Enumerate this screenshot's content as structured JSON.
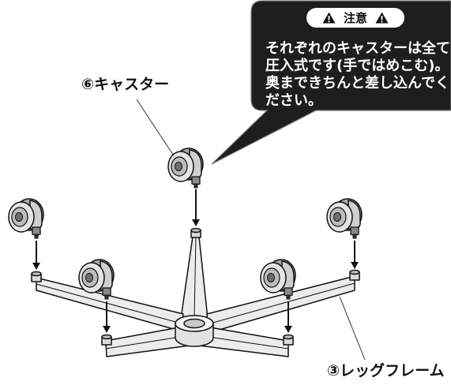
{
  "callout": {
    "badge_label": "注意",
    "badge_icons": [
      "warning-icon",
      "warning-icon"
    ],
    "lines": [
      "それぞれのキャスターは全て",
      "圧入式です(手ではめこむ)。",
      "奥まできちんと差し込んでく",
      "ださい。"
    ]
  },
  "labels": {
    "caster": "⑥キャスター",
    "leg_frame": "③レッグフレーム"
  },
  "icons": {
    "caster": "caster-icon",
    "arrow": "arrow-down-icon"
  },
  "colors": {
    "callout_background": "#1e1e1e",
    "callout_text": "#ffffff",
    "badge_background": "#ffffff",
    "outline": "#111111"
  }
}
